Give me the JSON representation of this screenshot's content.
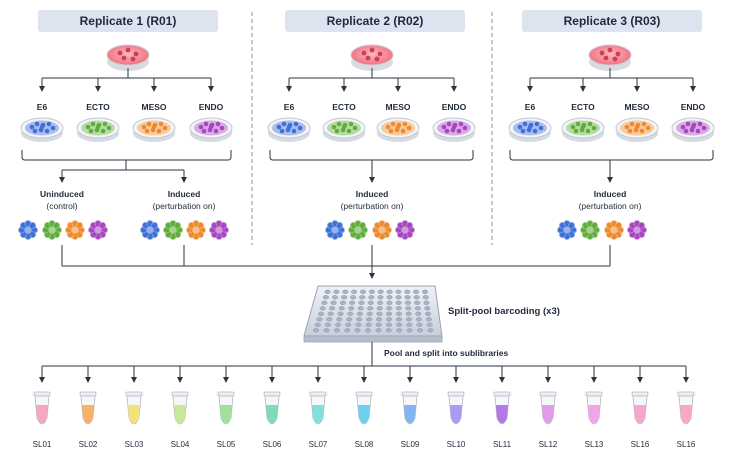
{
  "replicates": [
    {
      "title": "Replicate 1 (R01)",
      "conditions": [
        "E6",
        "ECTO",
        "MESO",
        "ENDO"
      ],
      "branches": [
        {
          "label": "Uninduced",
          "sub": "(control)"
        },
        {
          "label": "Induced",
          "sub": "(perturbation on)"
        }
      ]
    },
    {
      "title": "Replicate 2 (R02)",
      "conditions": [
        "E6",
        "ECTO",
        "MESO",
        "ENDO"
      ],
      "branches": [
        {
          "label": "Induced",
          "sub": "(perturbation on)"
        }
      ]
    },
    {
      "title": "Replicate 3 (R03)",
      "conditions": [
        "E6",
        "ECTO",
        "MESO",
        "ENDO"
      ],
      "branches": [
        {
          "label": "Induced",
          "sub": "(perturbation on)"
        }
      ]
    }
  ],
  "condition_colors": [
    "#3f6fd8",
    "#5fae3c",
    "#ef8a2c",
    "#a845c2"
  ],
  "barcoding_label": "Split-pool barcoding (x3)",
  "pool_label": "Pool and split into sublibraries",
  "sublibraries": [
    {
      "name": "SL01",
      "color": "#f4a7bd"
    },
    {
      "name": "SL02",
      "color": "#f7b267"
    },
    {
      "name": "SL03",
      "color": "#f6e27a"
    },
    {
      "name": "SL04",
      "color": "#c9e79a"
    },
    {
      "name": "SL05",
      "color": "#9fe09a"
    },
    {
      "name": "SL06",
      "color": "#7fdcb4"
    },
    {
      "name": "SL07",
      "color": "#7fe0dc"
    },
    {
      "name": "SL08",
      "color": "#6fd0ee"
    },
    {
      "name": "SL09",
      "color": "#83b6f0"
    },
    {
      "name": "SL10",
      "color": "#a99cf0"
    },
    {
      "name": "SL11",
      "color": "#b579e6"
    },
    {
      "name": "SL12",
      "color": "#e29be8"
    },
    {
      "name": "SL13",
      "color": "#f0a5e6"
    },
    {
      "name": "SL16",
      "color": "#f6a6cf"
    },
    {
      "name": "SL16",
      "color": "#f5a9c2"
    }
  ]
}
